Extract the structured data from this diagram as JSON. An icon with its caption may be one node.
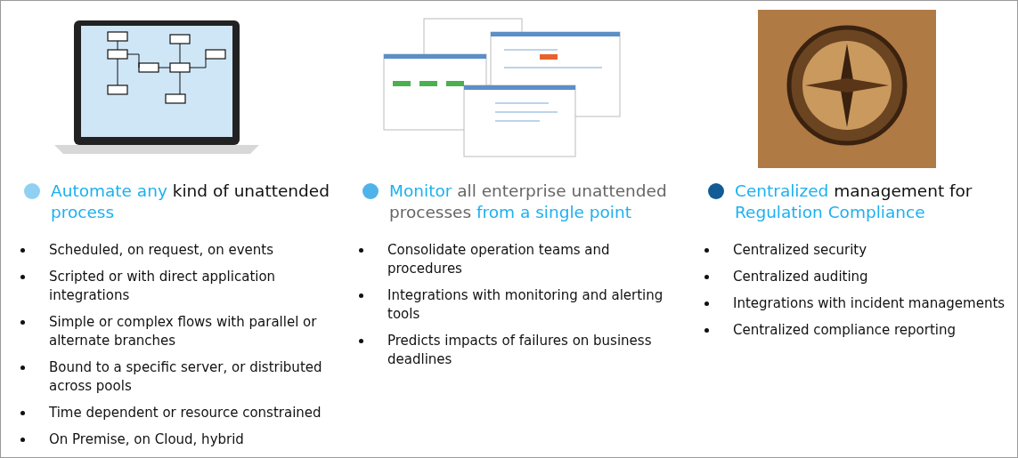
{
  "diagram": {
    "labels": [
      "**Automate any** kind of unattended **process**",
      "Scheduled, on request, on events",
      "Scripted or with direct application integrations",
      "Simple or complex flows with parallel or alternate branches",
      "Bound to a specific server, or distributed across pools",
      "Time dependent or resource constrained",
      "On Premise, on Cloud, hybrid",
      "**Monitor** all enterprise unattended processes **from a single point**",
      "Consolidate operation teams and procedures",
      "Integrations with monitoring and alerting tools",
      "Predicts impacts of failures on business deadlines",
      "**Centralized** management for **Regulation Compliance**",
      "Centralized security",
      "Centralized auditing",
      "Integrations with incident managements",
      "Centralized compliance reporting"
    ]
  }
}
